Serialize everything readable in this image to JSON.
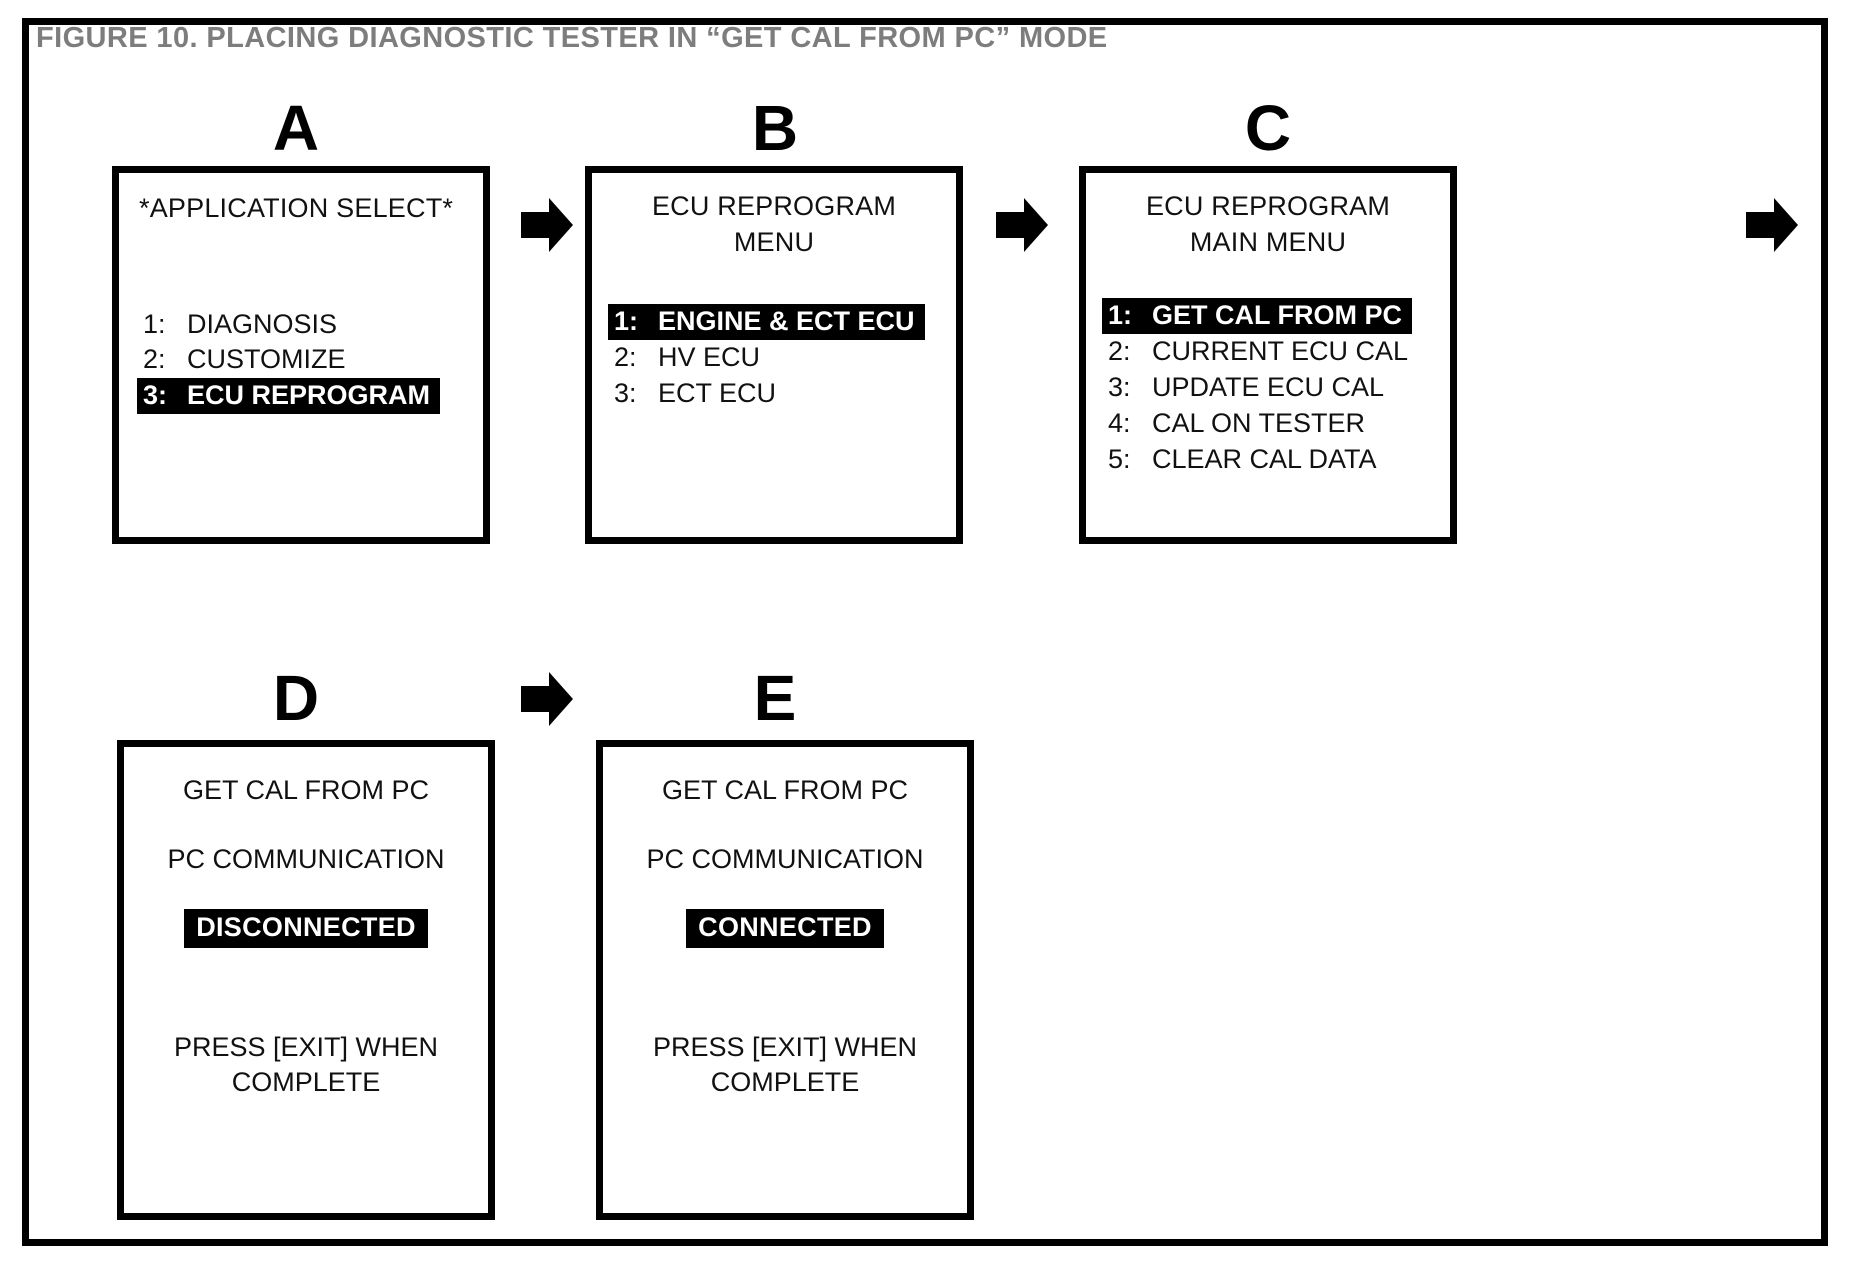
{
  "figure": {
    "title": "FIGURE 10.  PLACING DIAGNOSTIC TESTER IN “GET CAL FROM PC” MODE",
    "title_color": "#7d7d7d",
    "frame_color": "#000000",
    "background_color": "#ffffff",
    "highlight_bg": "#000000",
    "highlight_fg": "#ffffff"
  },
  "panels": [
    {
      "letter": "A",
      "name": "application-select",
      "title_lines": [
        "*APPLICATION SELECT*"
      ],
      "title_align": "left",
      "items": [
        {
          "index": "1:",
          "label": "DIAGNOSIS",
          "selected": false
        },
        {
          "index": "2:",
          "label": "CUSTOMIZE",
          "selected": false
        },
        {
          "index": "3:",
          "label": "ECU REPROGRAM",
          "selected": true
        }
      ]
    },
    {
      "letter": "B",
      "name": "ecu-reprogram-menu",
      "title_lines": [
        "ECU REPROGRAM",
        "MENU"
      ],
      "title_align": "center",
      "items": [
        {
          "index": "1:",
          "label": "ENGINE & ECT ECU",
          "selected": true
        },
        {
          "index": "2:",
          "label": "HV ECU",
          "selected": false
        },
        {
          "index": "3:",
          "label": "ECT ECU",
          "selected": false
        }
      ]
    },
    {
      "letter": "C",
      "name": "ecu-reprogram-main-menu",
      "title_lines": [
        "ECU REPROGRAM",
        "MAIN MENU"
      ],
      "title_align": "center",
      "items": [
        {
          "index": "1:",
          "label": "GET CAL FROM PC",
          "selected": true
        },
        {
          "index": "2:",
          "label": "CURRENT ECU CAL",
          "selected": false
        },
        {
          "index": "3:",
          "label": "UPDATE ECU CAL",
          "selected": false
        },
        {
          "index": "4:",
          "label": "CAL ON TESTER",
          "selected": false
        },
        {
          "index": "5:",
          "label": "CLEAR CAL DATA",
          "selected": false
        }
      ]
    },
    {
      "letter": "D",
      "name": "get-cal-from-pc-disconnected",
      "line1": "GET CAL FROM PC",
      "line2": "PC COMMUNICATION",
      "status": "DISCONNECTED",
      "footer_line1": "PRESS [EXIT] WHEN",
      "footer_line2": "COMPLETE"
    },
    {
      "letter": "E",
      "name": "get-cal-from-pc-connected",
      "line1": "GET CAL FROM PC",
      "line2": "PC COMMUNICATION",
      "status": "CONNECTED",
      "footer_line1": "PRESS [EXIT] WHEN",
      "footer_line2": "COMPLETE"
    }
  ],
  "arrows": [
    {
      "name": "arrow-a-to-b"
    },
    {
      "name": "arrow-b-to-c"
    },
    {
      "name": "arrow-c-to-next"
    },
    {
      "name": "arrow-d-to-e"
    }
  ]
}
